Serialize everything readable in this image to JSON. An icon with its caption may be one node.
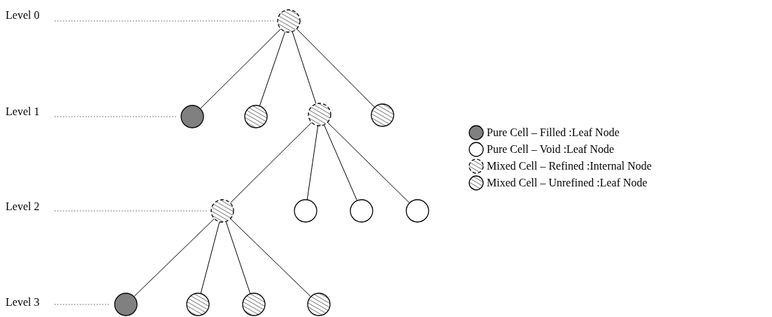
{
  "diagram": {
    "nodes": [
      {
        "text": [
          "Level 0"
        ]
      },
      {
        "text": [],
        "shape": "circle"
      },
      {
        "text": [
          "Level 1"
        ]
      },
      {
        "text": [],
        "shape": "circle"
      },
      {
        "text": [],
        "shape": "circle"
      },
      {
        "text": [],
        "shape": "circle"
      },
      {
        "text": [],
        "shape": "circle"
      },
      {
        "text": [
          "Level 2"
        ]
      },
      {
        "text": [],
        "shape": "circle"
      },
      {
        "text": [],
        "shape": "circle"
      },
      {
        "text": [],
        "shape": "circle"
      },
      {
        "text": [],
        "shape": "circle"
      },
      {
        "text": [
          "Level 3"
        ]
      },
      {
        "text": [],
        "shape": "circle"
      },
      {
        "text": [],
        "shape": "circle"
      },
      {
        "text": [],
        "shape": "circle"
      },
      {
        "text": [],
        "shape": "circle"
      }
    ],
    "edges": [
      {
        "from": 0,
        "to": 1,
        "arrow": "none",
        "style": "dashed"
      },
      {
        "from": 1,
        "to": 3,
        "arrow": "none"
      },
      {
        "from": 1,
        "to": 4,
        "arrow": "none"
      },
      {
        "from": 1,
        "to": 5,
        "arrow": "none"
      },
      {
        "from": 1,
        "to": 6,
        "arrow": "none"
      },
      {
        "from": 2,
        "to": 3,
        "arrow": "none",
        "style": "dashed"
      },
      {
        "from": 5,
        "to": 8,
        "arrow": "none"
      },
      {
        "from": 5,
        "to": 9,
        "arrow": "none"
      },
      {
        "from": 5,
        "to": 10,
        "arrow": "none"
      },
      {
        "from": 5,
        "to": 11,
        "arrow": "none"
      },
      {
        "from": 7,
        "to": 8,
        "arrow": "none",
        "style": "dashed"
      },
      {
        "from": 8,
        "to": 13,
        "arrow": "none"
      },
      {
        "from": 8,
        "to": 14,
        "arrow": "none"
      },
      {
        "from": 8,
        "to": 15,
        "arrow": "none"
      },
      {
        "from": 8,
        "to": 16,
        "arrow": "none"
      },
      {
        "from": 12,
        "to": 13,
        "arrow": "none",
        "style": "dashed"
      }
    ],
    "legend": [
      {
        "text": "Pure Cell – Filled :Leaf Node"
      },
      {
        "text": "Pure Cell – Void :Leaf Node"
      },
      {
        "text": "Mixed Cell – Refined :Internal Node"
      },
      {
        "text": "Mixed Cell – Unrefined :Leaf Node"
      }
    ]
  }
}
